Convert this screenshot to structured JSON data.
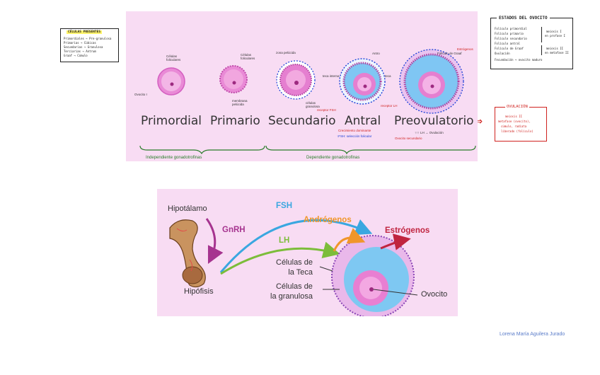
{
  "left_note": {
    "title": "CÉLULAS PRESENTES",
    "lines": [
      "Primordiales → Pre-granulosa",
      "Primarias → Cúbicas",
      "Secundarias → Granulosa",
      "Terciarias → Antrum",
      "Graaf → Cúmulo"
    ]
  },
  "right_note": {
    "title": "ESTADOS DEL OVOCITO",
    "lines": [
      "Folículo primordial",
      "Folículo primario",
      "Folículo secundario",
      "Folículo antral",
      "Folículo de Graaf",
      "Ovulación",
      "Fecundación → ovocito maduro"
    ],
    "side_1": "meiosis I",
    "side_1b": "en profase I",
    "side_2": "meiosis II",
    "side_2b": "en metafase II"
  },
  "ovulation_note": {
    "title": "OVULACIÓN",
    "lines": [
      "meiosis II",
      "metafase (ovocito),",
      "cúmulo, radiata",
      "liberado (folículo)"
    ]
  },
  "stages": {
    "primordial": "Primordial",
    "primario": "Primario",
    "secundario": "Secundario",
    "antral": "Antral",
    "preovulatorio": "Preovulatorio"
  },
  "top_annotations": {
    "celulas_foliculares": "Células foliculares",
    "ovocito_i": "Ovocito I",
    "celulas_foliculares_2": "Células foliculares",
    "membrana_pelucida": "membrana pelúcida",
    "zona_pelucida": "zona pelúcida",
    "teca_interna": "teca interna",
    "celulas_granulosa": "células granulosa",
    "receptor_fsh": "receptor FSH",
    "antro": "Antro",
    "teca": "teca",
    "receptor_lh": "receptor LH",
    "foliculo_graaf": "Folículo de Graaf",
    "estrogenos_red": "Estrógenos",
    "crecimiento": "Crecimiento dominante",
    "fsh_note": "↑FSH: selección folicular",
    "lh_note": "↑↑↑ LH → Ovulación",
    "ovocito_secundario": "Ovocito secundario",
    "independent": "Independiente gonadotrofinas",
    "dependent": "Dependiente gonadotrofinas"
  },
  "diagram": {
    "hipotalamo": "Hipotálamo",
    "gnrh": "GnRH",
    "fsh": "FSH",
    "lh": "LH",
    "androgenos": "Andrógenos",
    "estrogenos": "Estrógenos",
    "celulas_teca": "Células de\nla Teca",
    "celulas_granulosa": "Células de\nla granulosa",
    "hipofisis": "Hipófisis",
    "ovocito": "Ovocito"
  },
  "credit": "Lorena María Aguilera Jurado",
  "colors": {
    "panel": "#f8dcf3",
    "fsh": "#3aa7e0",
    "lh": "#7cbd3a",
    "gnrh": "#a6348f",
    "androgenos": "#f0962a",
    "estrogenos": "#c0243f",
    "ovulation_red": "#d0221f"
  }
}
